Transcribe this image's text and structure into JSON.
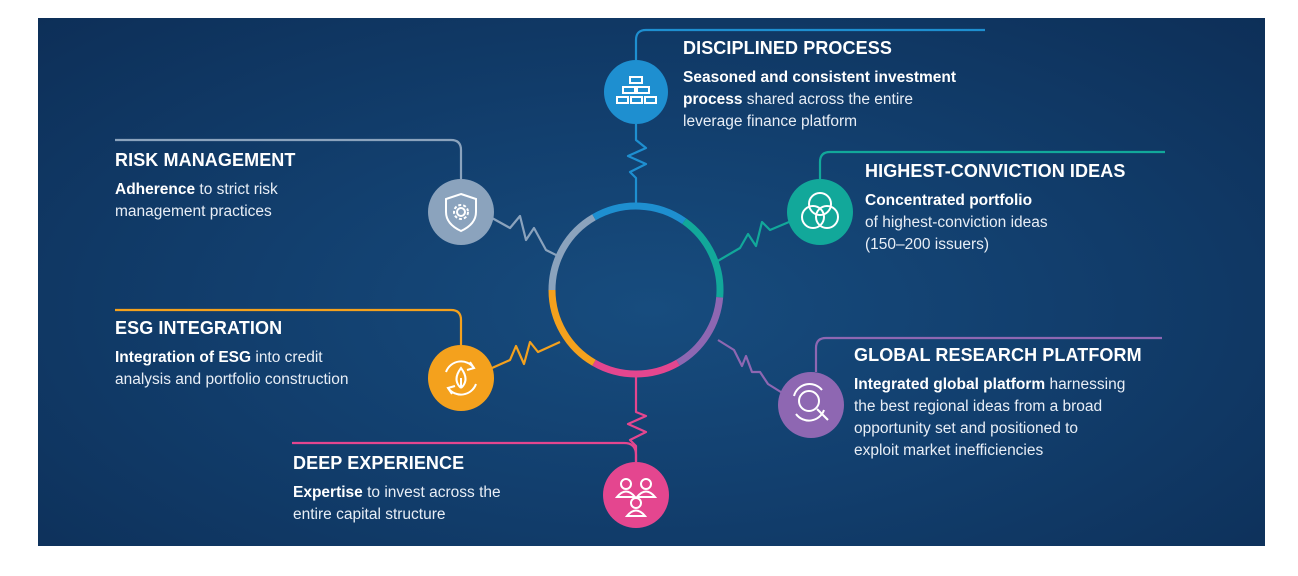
{
  "items": {
    "disciplined": {
      "title": "DISCIPLINED PROCESS",
      "bold": "Seasoned and consistent investment process",
      "rest": " shared across the entire leverage finance platform",
      "line1b": "Seasoned and consistent investment",
      "line2b": "process",
      "line2": " shared across the entire",
      "line3": "leverage finance platform",
      "icon": "hierarchy-blocks-icon",
      "color": "#1e8fd0"
    },
    "highest": {
      "title": "HIGHEST-CONVICTION IDEAS",
      "line1b": "Concentrated portfolio",
      "line2": "of highest-conviction ideas",
      "line3": "(150–200 issuers)",
      "icon": "venn-circles-icon",
      "color": "#12a89a"
    },
    "risk": {
      "title": "RISK MANAGEMENT",
      "line1b": "Adherence",
      "line1": " to strict risk",
      "line2": "management practices",
      "icon": "shield-gear-icon",
      "color": "#8ba3bd"
    },
    "esg": {
      "title": "ESG INTEGRATION",
      "line1b": "Integration of ESG",
      "line1": " into credit",
      "line2": "analysis and portfolio construction",
      "icon": "leaf-cycle-icon",
      "color": "#f4a11d"
    },
    "global": {
      "title": "GLOBAL RESEARCH PLATFORM",
      "line1b": "Integrated global platform",
      "line1": " harnessing",
      "line2": "the best regional ideas from a broad",
      "line3": "opportunity set and positioned to",
      "line4": "exploit market inefficiencies",
      "icon": "globe-search-icon",
      "color": "#8e67b2"
    },
    "deep": {
      "title": "DEEP EXPERIENCE",
      "line1b": "Expertise",
      "line1": " to invest across the",
      "line2": "entire capital structure",
      "icon": "people-network-icon",
      "color": "#e4468f"
    }
  }
}
